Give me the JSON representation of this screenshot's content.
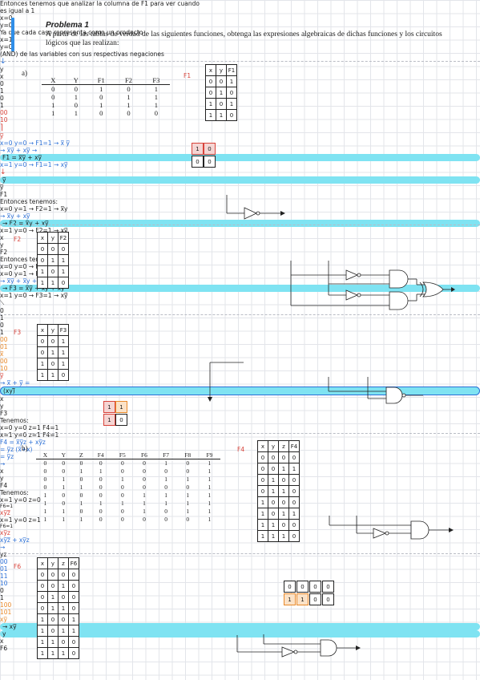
{
  "header": {
    "title": "Problema 1",
    "body": "A partir de las tablas de verdad de las siguientes funciones, obtenga las expresiones algebraicas de dichas funciones y los circuitos lógicos que las realizan:"
  },
  "part_a": {
    "label": "a)",
    "columns": [
      "X",
      "Y",
      "F1",
      "F2",
      "F3"
    ],
    "rows": [
      [
        "0",
        "0",
        "1",
        "0",
        "1"
      ],
      [
        "0",
        "1",
        "0",
        "1",
        "1"
      ],
      [
        "1",
        "0",
        "1",
        "1",
        "1"
      ],
      [
        "1",
        "1",
        "0",
        "0",
        "0"
      ]
    ]
  },
  "part_b": {
    "label": "b)",
    "columns": [
      "X",
      "Y",
      "Z",
      "F4",
      "F5",
      "F6",
      "F7",
      "F8",
      "F9"
    ],
    "rows": [
      [
        "0",
        "0",
        "0",
        "0",
        "0",
        "0",
        "1",
        "0",
        "1"
      ],
      [
        "0",
        "0",
        "1",
        "1",
        "0",
        "0",
        "0",
        "0",
        "1"
      ],
      [
        "0",
        "1",
        "0",
        "0",
        "1",
        "0",
        "1",
        "1",
        "1"
      ],
      [
        "0",
        "1",
        "1",
        "0",
        "0",
        "0",
        "0",
        "0",
        "1"
      ],
      [
        "1",
        "0",
        "0",
        "0",
        "0",
        "1",
        "1",
        "1",
        "1"
      ],
      [
        "1",
        "0",
        "1",
        "1",
        "1",
        "1",
        "1",
        "1",
        "1"
      ],
      [
        "1",
        "1",
        "0",
        "0",
        "0",
        "1",
        "0",
        "1",
        "1"
      ],
      [
        "1",
        "1",
        "1",
        "0",
        "0",
        "0",
        "0",
        "0",
        "1"
      ]
    ]
  },
  "f1": {
    "label": "F1",
    "table_header": [
      "x",
      "y",
      "F1"
    ],
    "table_rows": [
      [
        "0",
        "0",
        "1"
      ],
      [
        "0",
        "1",
        "0"
      ],
      [
        "1",
        "0",
        "1"
      ],
      [
        "1",
        "1",
        "0"
      ]
    ],
    "note1": "Entonces tenemos que analizar la columna de F1 para ver cuando",
    "note2": "es igual a 1",
    "row1a": "x=0",
    "row1b": "y=0",
    "row1c": "Ya que cada caso representa como un producto",
    "row2a": "x=1",
    "row2b": "y=0",
    "row2c": "(AND) de las variables con sus respectivas negaciones",
    "kmap_top": [
      "0",
      "1"
    ],
    "kmap_rows": [
      [
        "0",
        "1",
        "0"
      ],
      [
        "1",
        "0",
        "0"
      ]
    ],
    "kmap_corner_x": "x",
    "kmap_corner_y": "y",
    "side1": "00",
    "side2": "10",
    "side_bar": "y̅",
    "deriv1": "x=0  y=0 → F1=1  → x̅ y̅",
    "deriv1_arrow": "→ x̅y̅ + xy̅ →",
    "deriv1_result": "F1 = x̅y̅ + xy̅",
    "deriv2": "x=1  y=0 → F1=1  → xy̅",
    "result_simplified": "y̅",
    "circuit_input": "y̅",
    "circuit_output": "F1"
  },
  "f2": {
    "label": "F2",
    "table_header": [
      "x",
      "y",
      "F2"
    ],
    "table_rows": [
      [
        "0",
        "0",
        "0"
      ],
      [
        "0",
        "1",
        "1"
      ],
      [
        "1",
        "0",
        "1"
      ],
      [
        "1",
        "1",
        "0"
      ]
    ],
    "intro": "Entonces tenemos:",
    "line1": "x=0  y=1 → F2=1 → x̅y",
    "line1_blue": "→ x̅y + xy̅",
    "line1_result": "→ F2 = x̅y + xy̅",
    "line2": "x=1  y=0 → F2=1 → xy̅",
    "circuit_x": "x",
    "circuit_y": "y",
    "circuit_output": "F2"
  },
  "f3": {
    "label": "F3",
    "table_header": [
      "x",
      "y",
      "F3"
    ],
    "table_rows": [
      [
        "0",
        "0",
        "1"
      ],
      [
        "0",
        "1",
        "1"
      ],
      [
        "1",
        "0",
        "1"
      ],
      [
        "1",
        "1",
        "0"
      ]
    ],
    "intro": "Entonces tenemos:",
    "line1": "x=0  y=0 → F3=1 → x̅y̅",
    "line2": "x=0  y=1 → F3=1 → x̅y",
    "line2_blue": "→ x̅y̅ + x̅y + xy̅",
    "line2_result": "→ F3 = x̅y̅ + x̅y + xy̅",
    "line3": "x=1  y=0 → F3=1 → xy̅",
    "kmap_top": [
      "0",
      "1"
    ],
    "kmap_rows": [
      [
        "0",
        "1",
        "1"
      ],
      [
        "1",
        "1",
        "0"
      ]
    ],
    "side_col1": [
      "00",
      "01",
      "x̅"
    ],
    "side_col2": [
      "00",
      "10",
      "y̅"
    ],
    "simplified": "→  x̅ + y̅  =",
    "simplified_result": "(xy)̅",
    "circuit_x": "x",
    "circuit_y": "y",
    "circuit_output": "F3"
  },
  "f4": {
    "label": "F4",
    "table_header": [
      "x",
      "y",
      "z",
      "F4"
    ],
    "table_rows": [
      [
        "0",
        "0",
        "0",
        "0"
      ],
      [
        "0",
        "0",
        "1",
        "1"
      ],
      [
        "0",
        "1",
        "0",
        "0"
      ],
      [
        "0",
        "1",
        "1",
        "0"
      ],
      [
        "1",
        "0",
        "0",
        "0"
      ],
      [
        "1",
        "0",
        "1",
        "1"
      ],
      [
        "1",
        "1",
        "0",
        "0"
      ],
      [
        "1",
        "1",
        "1",
        "0"
      ]
    ],
    "intro": "Tenemos:",
    "line1": "x=0     y=0     z=1     F4=1",
    "line2": "x=1     y=0     z=1     F4=1",
    "deriv1": "F4 = x̅y̅z + xy̅z",
    "deriv2": "= y̅z (x̅+x)",
    "deriv3": "= y̅z",
    "circuit_x": "x",
    "circuit_y": "y",
    "circuit_output": "F4"
  },
  "f6": {
    "label": "F6",
    "table_header": [
      "x",
      "y",
      "z",
      "F6"
    ],
    "table_rows": [
      [
        "0",
        "0",
        "0",
        "0"
      ],
      [
        "0",
        "0",
        "1",
        "0"
      ],
      [
        "0",
        "1",
        "0",
        "0"
      ],
      [
        "0",
        "1",
        "1",
        "0"
      ],
      [
        "1",
        "0",
        "0",
        "1"
      ],
      [
        "1",
        "0",
        "1",
        "1"
      ],
      [
        "1",
        "1",
        "0",
        "0"
      ],
      [
        "1",
        "1",
        "1",
        "0"
      ]
    ],
    "intro": "Tenemos:",
    "line1": "x=1     y=0     z=0",
    "line1_f": "F6=1",
    "line1_t": "xy̅z̅",
    "line2": "x=1     y=0     z=1",
    "line2_f": "F6=1",
    "line2_t": "xy̅z",
    "line2_sum": "xy̅z̅ + xy̅z",
    "kmap_top": [
      "00",
      "01",
      "11",
      "10"
    ],
    "kmap_rows": [
      [
        "0",
        "0",
        "0",
        "0",
        "0"
      ],
      [
        "1",
        "1",
        "1",
        "0",
        "0"
      ]
    ],
    "kmap_corner": "yz",
    "side": [
      "100",
      "101",
      "xy̅"
    ],
    "result": "→ xy̅",
    "circuit_y": "y",
    "circuit_x": "x",
    "circuit_output": "F6"
  }
}
